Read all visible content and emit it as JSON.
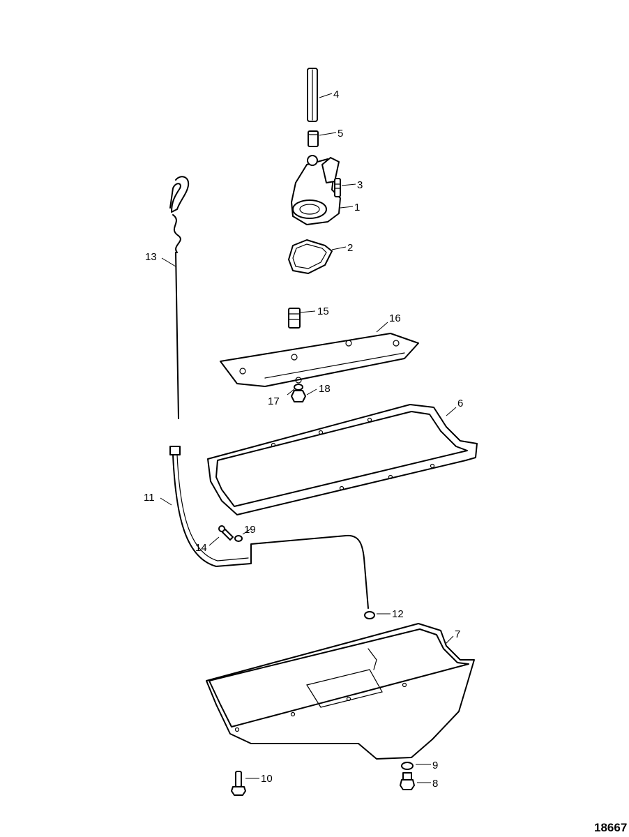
{
  "figure_number": "18667",
  "callouts": [
    {
      "id": "4",
      "label": "4"
    },
    {
      "id": "5",
      "label": "5"
    },
    {
      "id": "3",
      "label": "3"
    },
    {
      "id": "1",
      "label": "1"
    },
    {
      "id": "2",
      "label": "2"
    },
    {
      "id": "13",
      "label": "13"
    },
    {
      "id": "15",
      "label": "15"
    },
    {
      "id": "16",
      "label": "16"
    },
    {
      "id": "17",
      "label": "17"
    },
    {
      "id": "18",
      "label": "18"
    },
    {
      "id": "6",
      "label": "6"
    },
    {
      "id": "11",
      "label": "11"
    },
    {
      "id": "19",
      "label": "19"
    },
    {
      "id": "14",
      "label": "14"
    },
    {
      "id": "12",
      "label": "12"
    },
    {
      "id": "7",
      "label": "7"
    },
    {
      "id": "9",
      "label": "9"
    },
    {
      "id": "10",
      "label": "10"
    },
    {
      "id": "8",
      "label": "8"
    }
  ]
}
